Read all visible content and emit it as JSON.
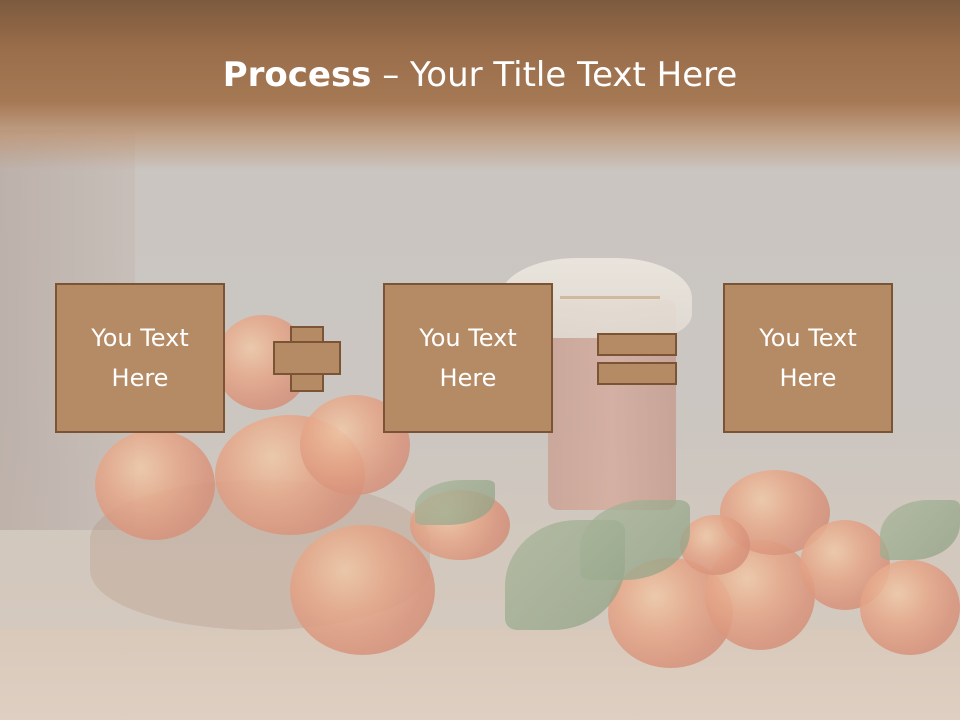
{
  "slide": {
    "title_bold": "Process",
    "title_rest": " – Your Title Text Here",
    "boxes": [
      {
        "text": "You Text\nHere"
      },
      {
        "text": "You Text\nHere"
      },
      {
        "text": "You Text\nHere"
      }
    ],
    "operators": [
      "plus-icon",
      "equals-icon"
    ]
  },
  "colors": {
    "title_band": "#a67955",
    "box_fill": "#b58b65",
    "box_border": "#7a5435",
    "text": "#ffffff"
  }
}
